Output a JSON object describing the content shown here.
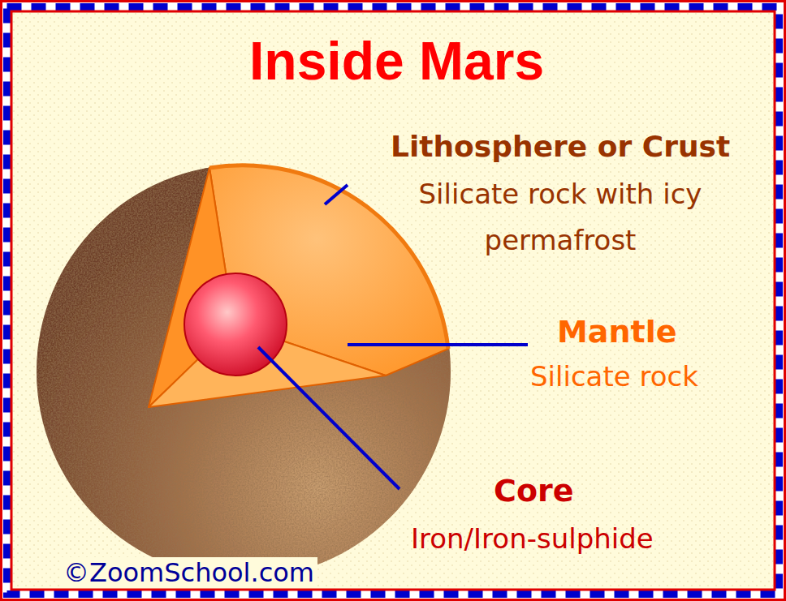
{
  "diagram": {
    "title": "Inside Mars",
    "labels": [
      "Lithosphere or Crust",
      "Silicate rock with icy permafrost",
      "Mantle",
      "Silicate rock",
      "Core",
      "Iron/Iron-sulphide",
      "©ZoomSchool.com"
    ]
  }
}
